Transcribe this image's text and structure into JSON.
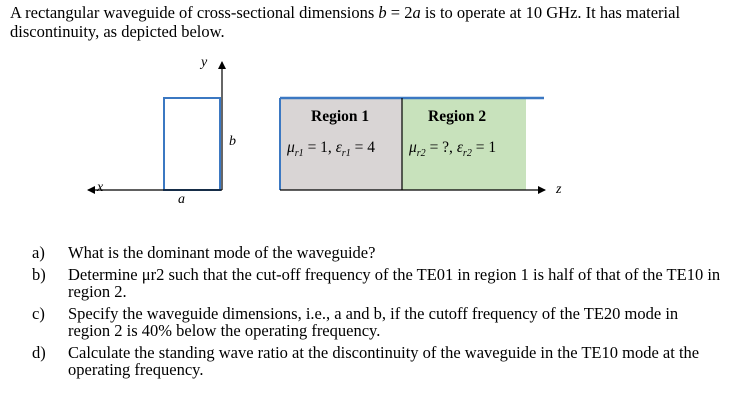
{
  "intro": {
    "part1": "A rectangular waveguide of cross-sectional dimensions ",
    "b_var": "b",
    "eq": " = 2",
    "a_var": "a",
    "part2": " is to operate at 10 GHz. It has material discontinuity, as depicted below."
  },
  "figure": {
    "y_label": "y",
    "x_label": "x",
    "z_label": "z",
    "a_label": "a",
    "b_label": "b",
    "region1": {
      "title": "Region 1",
      "mu_sym": "μ",
      "mu_sub": "r1",
      "mu_val": " = 1, ",
      "eps_sym": "ε",
      "eps_sub": "r1",
      "eps_val": " = 4",
      "color": "#d9d5d5"
    },
    "region2": {
      "title": "Region 2",
      "mu_sym": "μ",
      "mu_sub": "r2",
      "mu_val": " = ?, ",
      "eps_sym": "ε",
      "eps_sub": "r2",
      "eps_val": " = 1",
      "color": "#c8e2bc"
    },
    "guide_color": "#3b78c2"
  },
  "questions": [
    {
      "letter": "a)",
      "text": "What is the dominant mode of the waveguide?"
    },
    {
      "letter": "b)",
      "text": "Determine μr2 such that the cut-off frequency of the TE01 in region 1 is half of that of the TE10 in region 2."
    },
    {
      "letter": "c)",
      "text": "Specify the waveguide dimensions, i.e., a and b, if the cutoff frequency of the TE20 mode in region 2 is 40% below the operating frequency."
    },
    {
      "letter": "d)",
      "text": "Calculate the standing wave ratio at the discontinuity of the waveguide in the TE10 mode at the operating frequency."
    }
  ]
}
